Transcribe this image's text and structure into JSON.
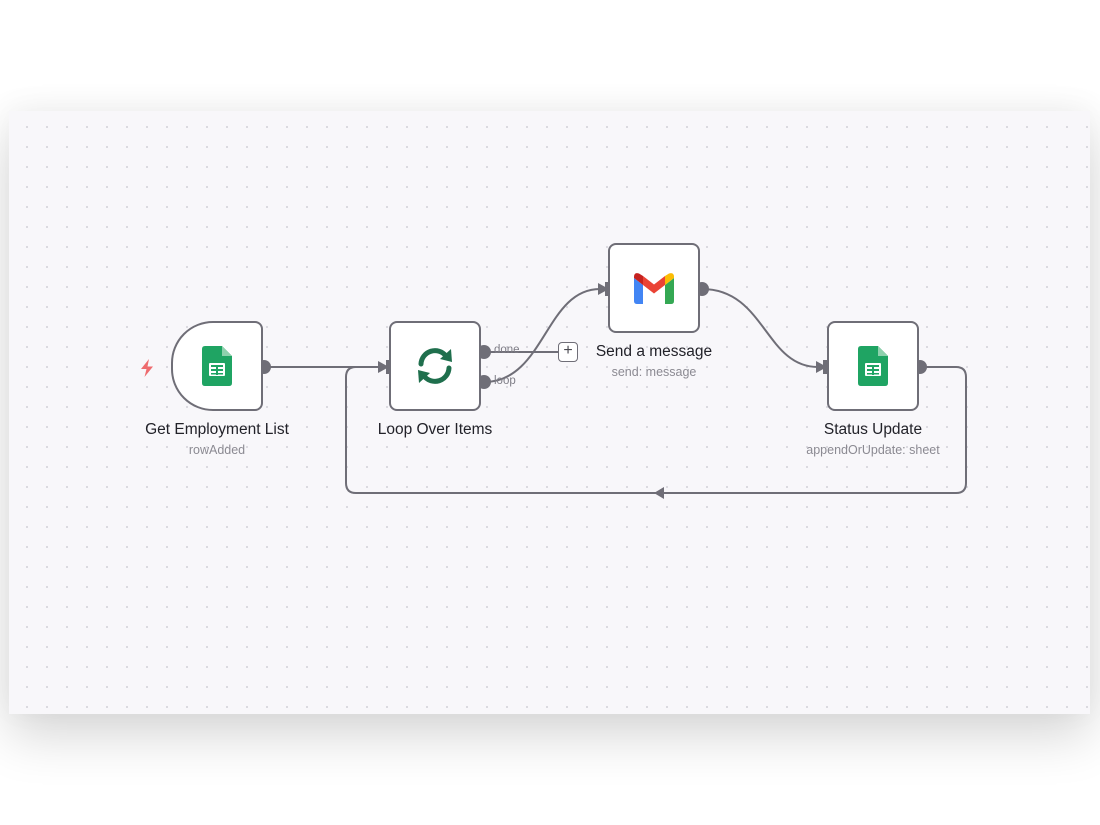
{
  "nodes": {
    "get_employment_list": {
      "title": "Get Employment List",
      "subtitle": "rowAdded",
      "icon": "google-sheets-icon"
    },
    "loop_over_items": {
      "title": "Loop Over Items",
      "subtitle": "",
      "icon": "loop-arrows-icon",
      "outputs": [
        "done",
        "loop"
      ]
    },
    "send_a_message": {
      "title": "Send a message",
      "subtitle": "send: message",
      "icon": "gmail-icon"
    },
    "status_update": {
      "title": "Status Update",
      "subtitle": "appendOrUpdate: sheet",
      "icon": "google-sheets-icon"
    }
  },
  "add_node_button": {
    "label": "+",
    "icon": "plus-icon"
  },
  "trigger_marker": {
    "icon": "lightning-bolt-icon"
  },
  "colors": {
    "canvas_bg": "#f8f7fa",
    "node_border": "#6f6e77",
    "wire": "#6f6e77",
    "trigger_bolt": "#ee6b6e",
    "sheets_green": "#1fa463",
    "loop_green": "#1f6f4d"
  }
}
